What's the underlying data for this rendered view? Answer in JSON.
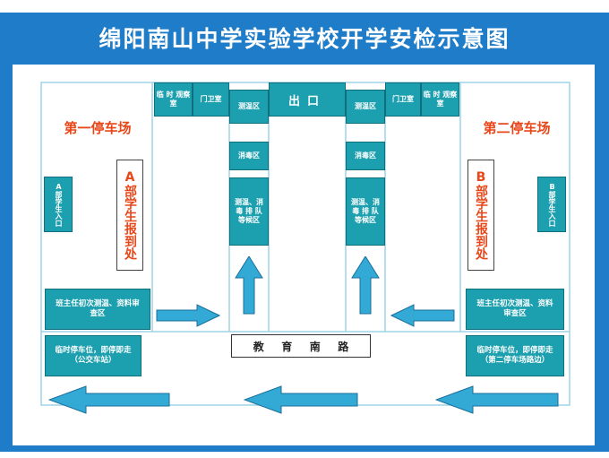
{
  "title": "绵阳南山中学实验学校开学安检示意图",
  "colors": {
    "frame": "#1f7cc8",
    "box": "#1c9fae",
    "arrow": "#33a9d6",
    "lot_text": "#e8471a",
    "lines": "#9fd3e6"
  },
  "parking_lot_1": "第一停车场",
  "parking_lot_2": "第二停车场",
  "entrance_a": "A部学生入口",
  "entrance_b": "B部学生入口",
  "report_a": "A部学生报到处",
  "report_b": "B部学生报到处",
  "left_gate": {
    "temp_check_room": "临 时 观察室",
    "guard_room": "门卫室",
    "temp_zone": "测温区",
    "disinfect_zone": "消毒区",
    "queue_zone": "测温、消 毒 排 队 等候区"
  },
  "right_gate": {
    "temp_zone": "测温区",
    "guard_room": "门卫室",
    "temp_check_room": "临 时 观察室",
    "disinfect_zone": "消毒区",
    "queue_zone": "测温、消 毒 排 队 等候区"
  },
  "exit_label": "出口",
  "teacher_check_left": "班主任初次测温、资料审查区",
  "teacher_check_right": "班主任初次测温、资料审查区",
  "temp_parking_left": "临时停车位，即停即走（公交车站）",
  "temp_parking_right": "临时停车位，即停即走（第二停车场路边）",
  "road_chars": [
    "教",
    "育",
    "南",
    "路"
  ],
  "arrow_icons": [
    "arrow-up",
    "arrow-right",
    "arrow-left"
  ]
}
